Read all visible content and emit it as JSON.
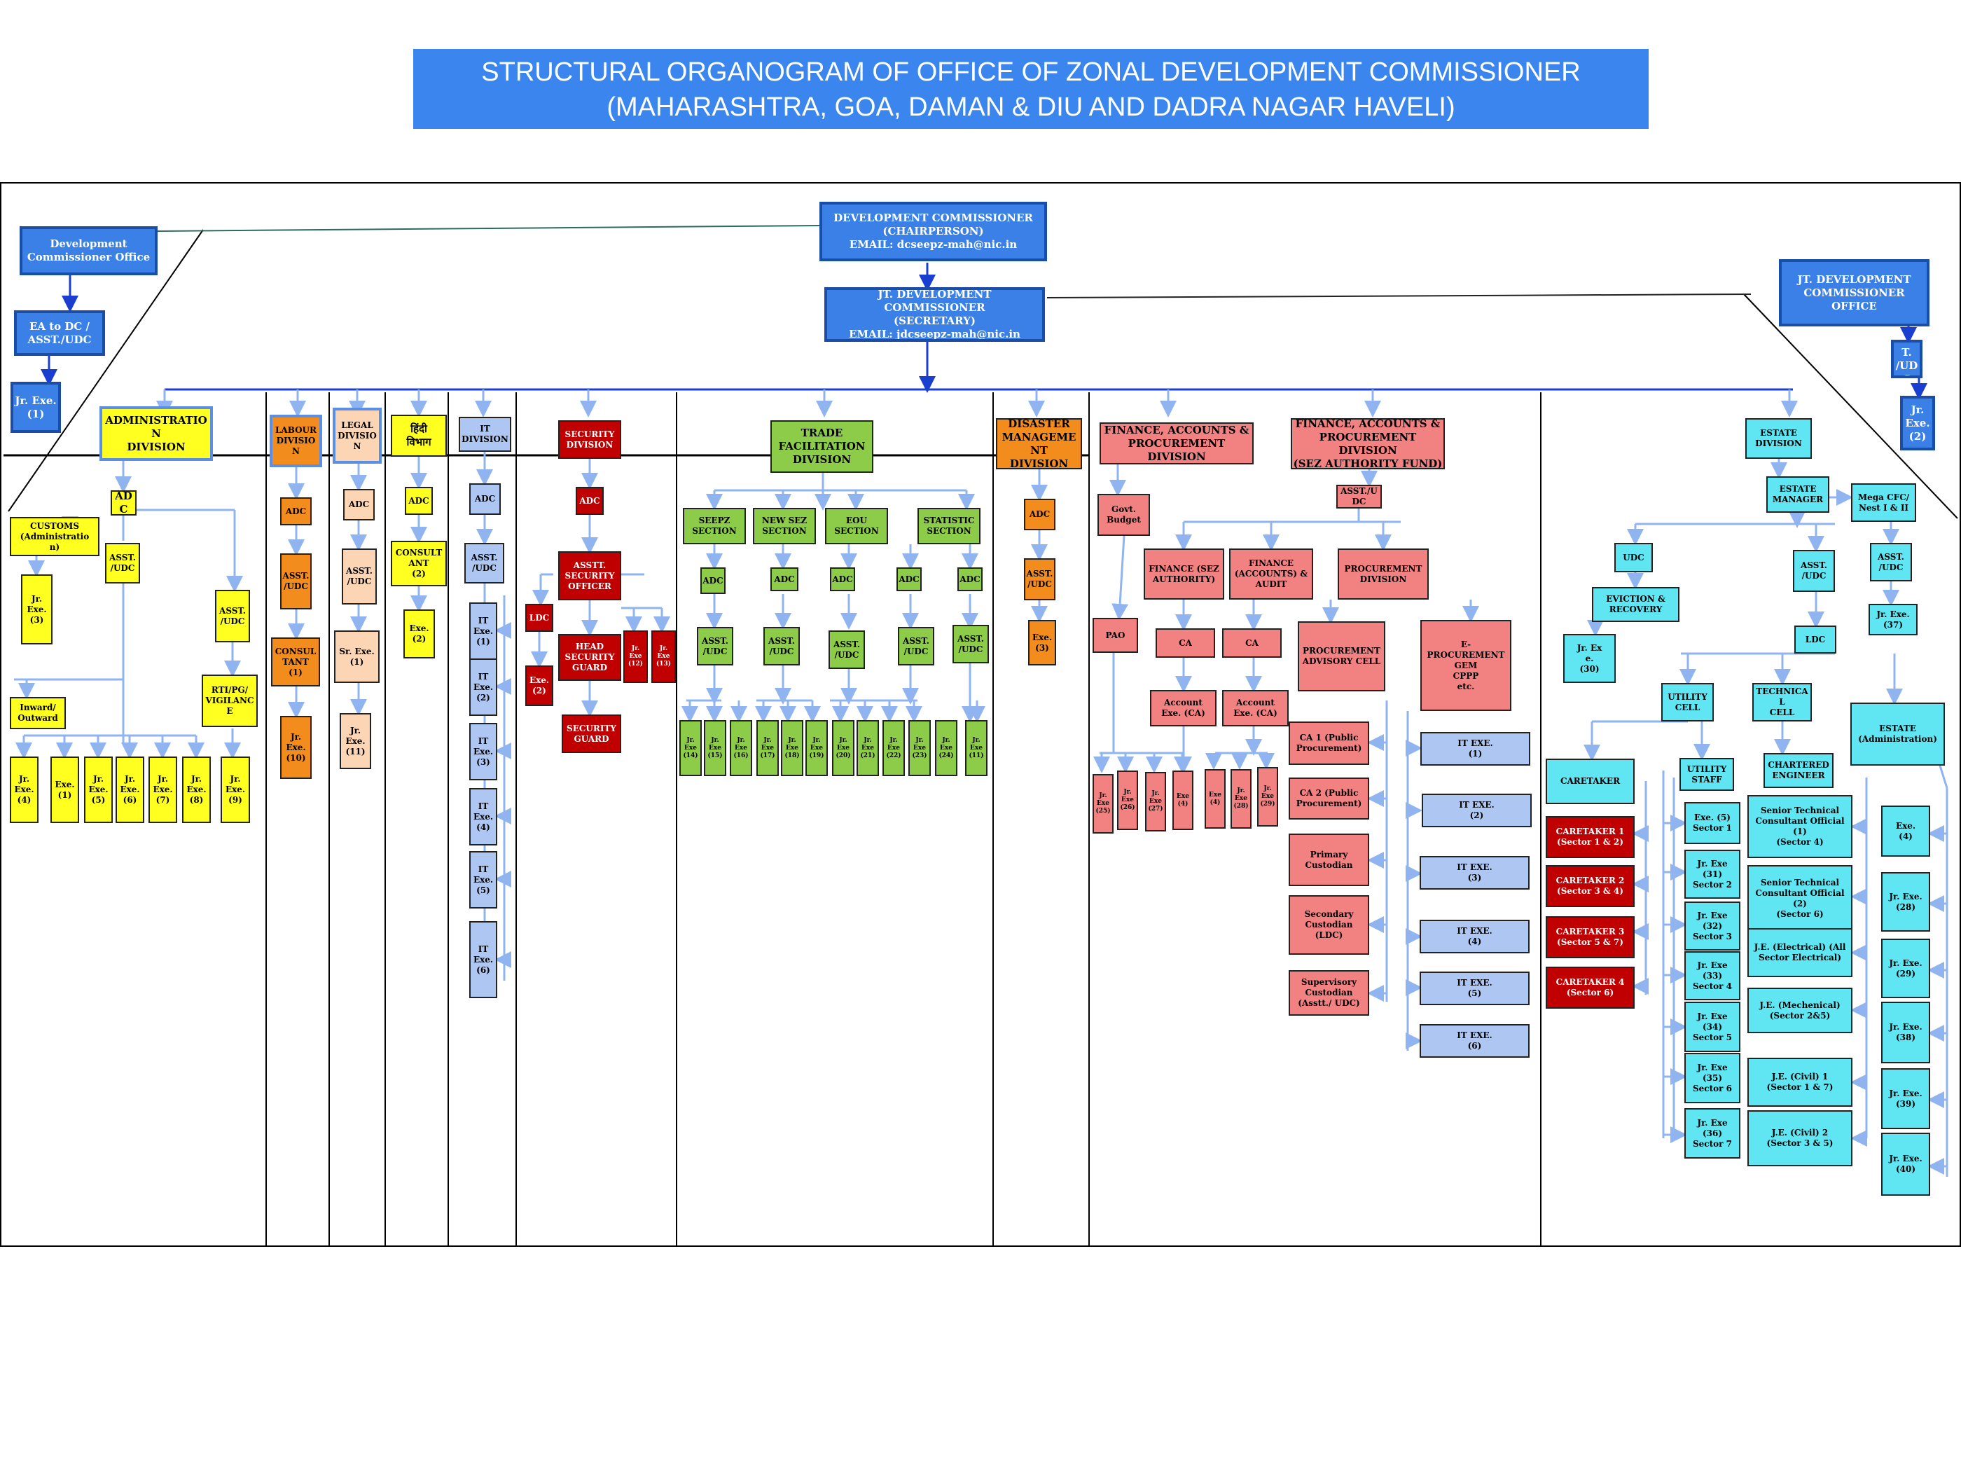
{
  "title": {
    "line1": "STRUCTURAL ORGANOGRAM OF OFFICE OF ZONAL DEVELOPMENT COMMISSIONER",
    "line2": "(MAHARASHTRA, GOA, DAMAN & DIU AND DADRA NAGAR HAVELI)"
  },
  "colors": {
    "header_blue": "#3b80e6",
    "yellow": "#ffff20",
    "orange": "#f28c1c",
    "peach": "#fcd5b4",
    "light_blue": "#aec7f2",
    "dark_red": "#c00000",
    "green": "#8ccc48",
    "pink": "#f28282",
    "cyan": "#5fe6f2",
    "connector": "#8fb4f0"
  },
  "top": {
    "dc": "DEVELOPMENT COMMISSIONER\n(CHAIRPERSON)\nEMAIL: dcseepz-mah@nic.in",
    "jdc": "JT. DEVELOPMENT COMMISSIONER\n(SECRETARY)\nEMAIL: jdcseepz-mah@nic.in",
    "dc_office": "Development\nCommissioner Office",
    "ea_dc": "EA to DC /\nASST./UDC",
    "dc_jr_exe": "Jr. Exe.\n(1)",
    "jdc_office": "JT. DEVELOPMENT\nCOMMISSIONER OFFICE",
    "jdc_asst": "ASST.\n/UDC",
    "jdc_jr_exe": "Jr.\nExe.\n(2)"
  },
  "admin": {
    "division": "ADMINISTRATION\nDIVISION",
    "adc": "ADC",
    "customs": "CUSTOMS\n(Administratio\nn)",
    "customs_jr": "Jr.\nExe.\n(3)",
    "asst_a": "ASST.\n/UDC",
    "asst_b": "ASST.\n/UDC",
    "inward": "Inward/\nOutward",
    "rti": "RTI/PG/\nVIGILANCE",
    "row": [
      "Jr.\nExe.\n(4)",
      "Exe.\n(1)",
      "Jr.\nExe.\n(5)",
      "Jr.\nExe.\n(6)",
      "Jr.\nExe.\n(7)",
      "Jr.\nExe.\n(8)",
      "Jr.\nExe.\n(9)"
    ]
  },
  "labour": {
    "division": "LABOUR\nDIVISIO\nN",
    "adc": "ADC",
    "asst": "ASST.\n/UDC",
    "consultant": "CONSUL\nTANT\n(1)",
    "jr": "Jr.\nExe.\n(10)"
  },
  "legal": {
    "division": "LEGAL\nDIVISIO\nN",
    "adc": "ADC",
    "asst": "ASST.\n/UDC",
    "sr": "Sr. Exe.\n(1)",
    "jr": "Jr.\nExe.\n(11)"
  },
  "hindi": {
    "division": "हिंदी\nविभाग",
    "adc": "ADC",
    "consultant": "CONSULT\nANT\n(2)",
    "exe": "Exe.\n(2)"
  },
  "it": {
    "division": "IT\nDIVISION",
    "adc": "ADC",
    "asst": "ASST.\n/UDC",
    "exes": [
      "IT\nExe.\n(1)",
      "IT\nExe.\n(2)",
      "IT\nExe.\n(3)",
      "IT\nExe.\n(4)",
      "IT\nExe.\n(5)",
      "IT\nExe.\n(6)"
    ]
  },
  "security": {
    "division": "SECURITY\nDIVISION",
    "adc": "ADC",
    "aso": "ASSTT.\nSECURITY\nOFFICER",
    "ldc": "LDC",
    "exe": "Exe.\n(2)",
    "head_guard": "HEAD\nSECURITY\nGUARD",
    "jr12": "Jr.\nExe\n(12)",
    "jr13": "Jr.\nExe\n(13)",
    "guard": "SECURITY\nGUARD"
  },
  "trade": {
    "division": "TRADE\nFACILITATION\nDIVISION",
    "sections": [
      "SEEPZ\nSECTION",
      "NEW SEZ\nSECTION",
      "EOU\nSECTION",
      "STATISTIC\nSECTION"
    ],
    "adc": "ADC",
    "asst": "ASST.\n/UDC",
    "jr_row": [
      "Jr.\nExe\n(14)",
      "Jr.\nExe\n(15)",
      "Jr.\nExe\n(16)",
      "Jr.\nExe\n(17)",
      "Jr.\nExe\n(18)",
      "Jr.\nExe\n(19)",
      "Jr.\nExe\n(20)",
      "Jr.\nExe\n(21)",
      "Jr.\nExe\n(22)",
      "Jr.\nExe\n(23)",
      "Jr.\nExe\n(24)",
      "Jr.\nExe\n(11)"
    ]
  },
  "disaster": {
    "division": "DISASTER\nMANAGEMENT\nDIVISION",
    "adc": "ADC",
    "asst": "ASST.\n/UDC",
    "exe": "Exe.\n(3)"
  },
  "finance": {
    "division1": "FINANCE, ACCOUNTS &\nPROCUREMENT DIVISION",
    "division2": "FINANCE, ACCOUNTS &\nPROCUREMENT DIVISION\n(SEZ AUTHORITY FUND)",
    "govt_budget": "Govt.\nBudget",
    "pao": "PAO",
    "asst": "ASST./UDC",
    "fin_sez": "FINANCE (SEZ\nAUTHORITY)",
    "fin_audit": "FINANCE\n(ACCOUNTS) &\nAUDIT",
    "procurement": "PROCUREMENT\nDIVISION",
    "ca": "CA",
    "acct_exe": "Account\nExe. (CA)",
    "proc_adv": "PROCUREMENT\nADVISORY CELL",
    "eproc": "E-\nPROCUREMENT\nGEM\nCPPP\netc.",
    "left_row": [
      "Jr.\nExe\n(25)",
      "Jr.\nExe\n(26)",
      "Jr.\nExe\n(27)",
      "Exe\n(4)"
    ],
    "right_row": [
      "Exe\n(4)",
      "Jr.\nExe\n(28)",
      "Jr.\nExe\n(29)"
    ],
    "proc_list": [
      "CA 1 (Public\nProcurement)",
      "CA 2 (Public\nProcurement)",
      "Primary\nCustodian",
      "Secondary\nCustodian\n(LDC)",
      "Supervisory\nCustodian\n(Asstt./ UDC)"
    ],
    "it_list": [
      "IT EXE.\n(1)",
      "IT EXE.\n(2)",
      "IT EXE.\n(3)",
      "IT EXE.\n(4)",
      "IT EXE.\n(5)",
      "IT EXE.\n(6)"
    ]
  },
  "estate": {
    "division": "ESTATE\nDIVISION",
    "manager": "ESTATE\nMANAGER",
    "mega": "Mega CFC/\nNest I & II",
    "udc": "UDC",
    "asst": "ASST.\n/UDC",
    "asst2": "ASST.\n/UDC",
    "eviction": "EVICTION &\nRECOVERY",
    "jr30": "Jr. Ex\ne.\n(30)",
    "jr37": "Jr. Exe.\n(37)",
    "ldc": "LDC",
    "utility_cell": "UTILITY\nCELL",
    "technical_cell": "TECHNICAL\nCELL",
    "estate_admin": "ESTATE\n(Administration)",
    "caretaker": "CARETAKER",
    "utility_staff": "UTILITY\nSTAFF",
    "chartered": "CHARTERED\nENGINEER",
    "caretakers": [
      "CARETAKER 1\n(Sector 1 & 2)",
      "CARETAKER 2\n(Sector 3 & 4)",
      "CARETAKER 3\n(Sector 5 & 7)",
      "CARETAKER 4\n(Sector 6)"
    ],
    "utility_list": [
      "Exe. (5)\nSector 1",
      "Jr. Exe\n(31)\nSector 2",
      "Jr. Exe\n(32)\nSector 3",
      "Jr. Exe\n(33)\nSector 4",
      "Jr. Exe\n(34)\nSector 5",
      "Jr. Exe\n(35)\nSector 6",
      "Jr. Exe\n(36)\nSector 7"
    ],
    "tech_list": [
      "Senior Technical\nConsultant Official\n(1)\n(Sector 4)",
      "Senior Technical\nConsultant Official\n(2)\n(Sector 6)",
      "J.E. (Electrical) (All\nSector Electrical)",
      "J.E. (Mechenical)\n(Sector 2&5)",
      "J.E. (Civil) 1\n(Sector 1 & 7)",
      "J.E. (Civil) 2\n(Sector 3 & 5)"
    ],
    "admin_list": [
      "Exe.\n(4)",
      "Jr. Exe.\n(28)",
      "Jr. Exe.\n(29)",
      "Jr. Exe.\n(38)",
      "Jr. Exe.\n(39)",
      "Jr. Exe.\n(40)"
    ]
  }
}
